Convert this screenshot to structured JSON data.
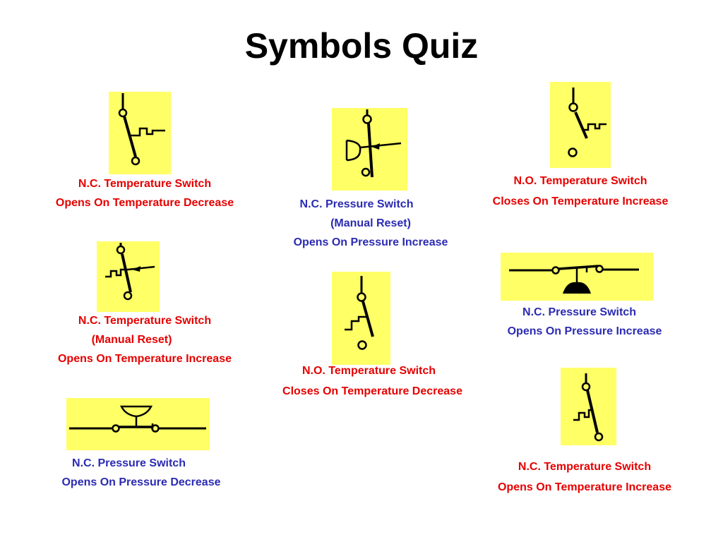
{
  "title": "Symbols Quiz",
  "colors": {
    "symbol_bg": "#ffff66",
    "red_label": "#e60000",
    "blue_label": "#2b2bb3"
  },
  "symbols": [
    {
      "id": "nc-temp-opens-decrease",
      "lines": [
        "N.C. Temperature Switch",
        "Opens On Temperature Decrease"
      ],
      "color": "red"
    },
    {
      "id": "nc-pressure-manual-reset",
      "lines": [
        "N.C. Pressure Switch",
        "(Manual Reset)",
        "Opens On Pressure Increase"
      ],
      "color": "blue"
    },
    {
      "id": "no-temp-closes-increase",
      "lines": [
        "N.O. Temperature Switch",
        "Closes On Temperature Increase"
      ],
      "color": "red"
    },
    {
      "id": "nc-temp-manual-reset",
      "lines": [
        "N.C. Temperature Switch",
        "(Manual Reset)",
        "Opens On Temperature Increase"
      ],
      "color": "red"
    },
    {
      "id": "no-temp-closes-decrease",
      "lines": [
        "N.O. Temperature Switch",
        "Closes On Temperature Decrease"
      ],
      "color": "red"
    },
    {
      "id": "nc-pressure-opens-increase",
      "lines": [
        "N.C. Pressure Switch",
        "Opens On Pressure Increase"
      ],
      "color": "blue"
    },
    {
      "id": "nc-pressure-opens-decrease",
      "lines": [
        "N.C. Pressure Switch",
        "Opens On Pressure Decrease"
      ],
      "color": "blue"
    },
    {
      "id": "nc-temp-opens-increase",
      "lines": [
        "N.C. Temperature Switch",
        "Opens On Temperature Increase"
      ],
      "color": "red"
    }
  ]
}
